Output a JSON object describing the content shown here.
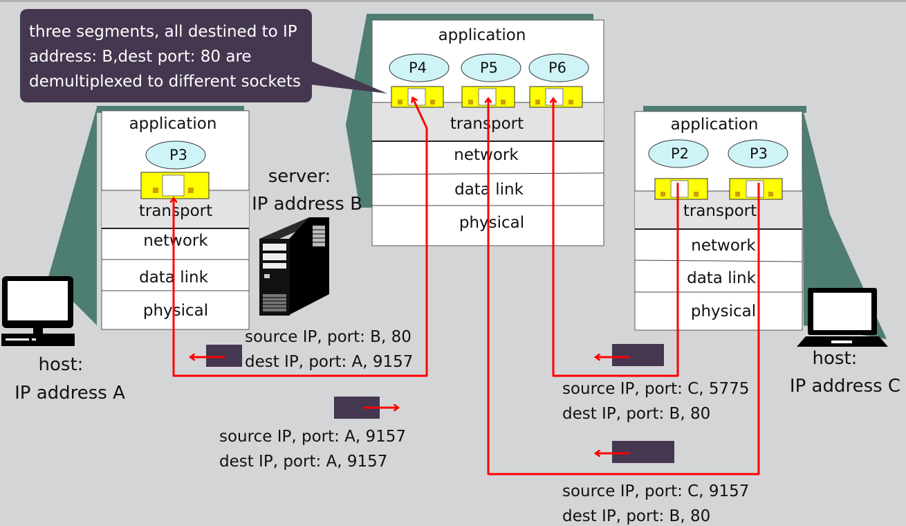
{
  "callout": {
    "line1": "three segments, all destined to IP",
    "line2": "address: B,dest port: 80 are",
    "line3": "demultiplexed to different sockets"
  },
  "host_a": {
    "application": "application",
    "process": "P3",
    "transport": "transport",
    "network": "network",
    "data_link": "data link",
    "physical": "physical",
    "label_line1": "host:",
    "label_line2": "IP address A"
  },
  "server_b": {
    "application": "application",
    "processes": [
      "P4",
      "P5",
      "P6"
    ],
    "transport": "transport",
    "network": "network",
    "data_link": "data link",
    "physical": "physical",
    "label_line1": "server:",
    "label_line2": "IP address B"
  },
  "host_c": {
    "application": "application",
    "processes": [
      "P2",
      "P3"
    ],
    "transport": "transport",
    "network": "network",
    "data_link": "data link",
    "physical": "physical",
    "label_line1": "host:",
    "label_line2": "IP address C"
  },
  "segments": {
    "b_to_a": {
      "source": "source IP, port: B, 80",
      "dest": "dest IP, port: A, 9157"
    },
    "a_to_b": {
      "source": "source IP, port: A, 9157",
      "dest": "dest IP, port: A, 9157"
    },
    "c5775_to_b": {
      "source": "source IP, port: C, 5775",
      "dest": "dest IP, port: B, 80"
    },
    "c9157_to_b": {
      "source": "source IP, port: C, 9157",
      "dest": "dest IP, port: B, 80"
    }
  },
  "colors": {
    "background": "#d4d5d7",
    "stack_shadow": "#4e7d72",
    "socket_fill": "#ffff00",
    "process_fill": "#cff4f8",
    "segment_fill": "#453750",
    "arrow": "#ff0000",
    "callout_fill": "#453750"
  }
}
